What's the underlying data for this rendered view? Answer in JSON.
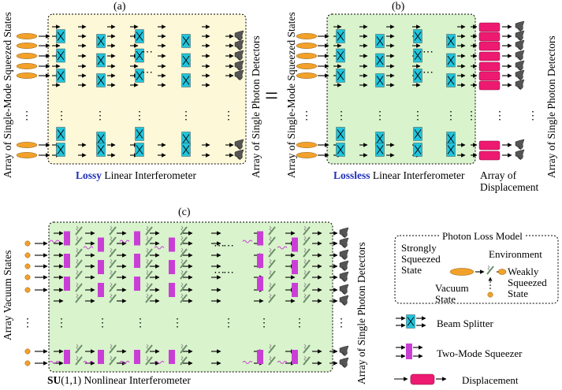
{
  "panel_a": {
    "label": "(a)",
    "caption_bold": "Lossy",
    "caption_rest": " Linear Interferometer",
    "left_label": "Array of Single-Mode Squeezed States",
    "right_label": "Array of Single Photon Detectors",
    "dots_h": "⋯",
    "dots_v": "⋮"
  },
  "equals": "=",
  "panel_b": {
    "label": "(b)",
    "caption_bold": "Lossless",
    "caption_rest": " Linear Interferometer",
    "left_label": "Array of Single-Mode Squeezed States",
    "right_label": "Array of Single Photon Detectors",
    "displacement_line1": "Array of",
    "displacement_line2": "Displacement"
  },
  "panel_c": {
    "label": "(c)",
    "caption_bold": "SU",
    "caption_rest": "(1,1) Nonlinear Interferometer",
    "left_label": "Array Vacuum States",
    "right_label": "Array of Single Photon Detectors"
  },
  "legend": {
    "title": "Photon Loss Model",
    "strongly": [
      "Strongly",
      "Squeezed",
      "State"
    ],
    "environment": "Environment",
    "weakly": [
      "Weakly",
      "Squeezed",
      "State"
    ],
    "vacuum": [
      "Vacuum",
      "State"
    ],
    "beam_splitter": "Beam Splitter",
    "two_mode_squeezer": "Two-Mode Squeezer",
    "displacement": "Displacement"
  },
  "colors": {
    "panel_a_bg": "#fdf8d8",
    "panel_bc_bg": "#d9f3cc",
    "beam_splitter": "#21c4dc",
    "squeezer": "#c93fd6",
    "displacement": "#ee1a72",
    "source": "#f2a12a",
    "caption_blue": "#1f2fb8"
  }
}
